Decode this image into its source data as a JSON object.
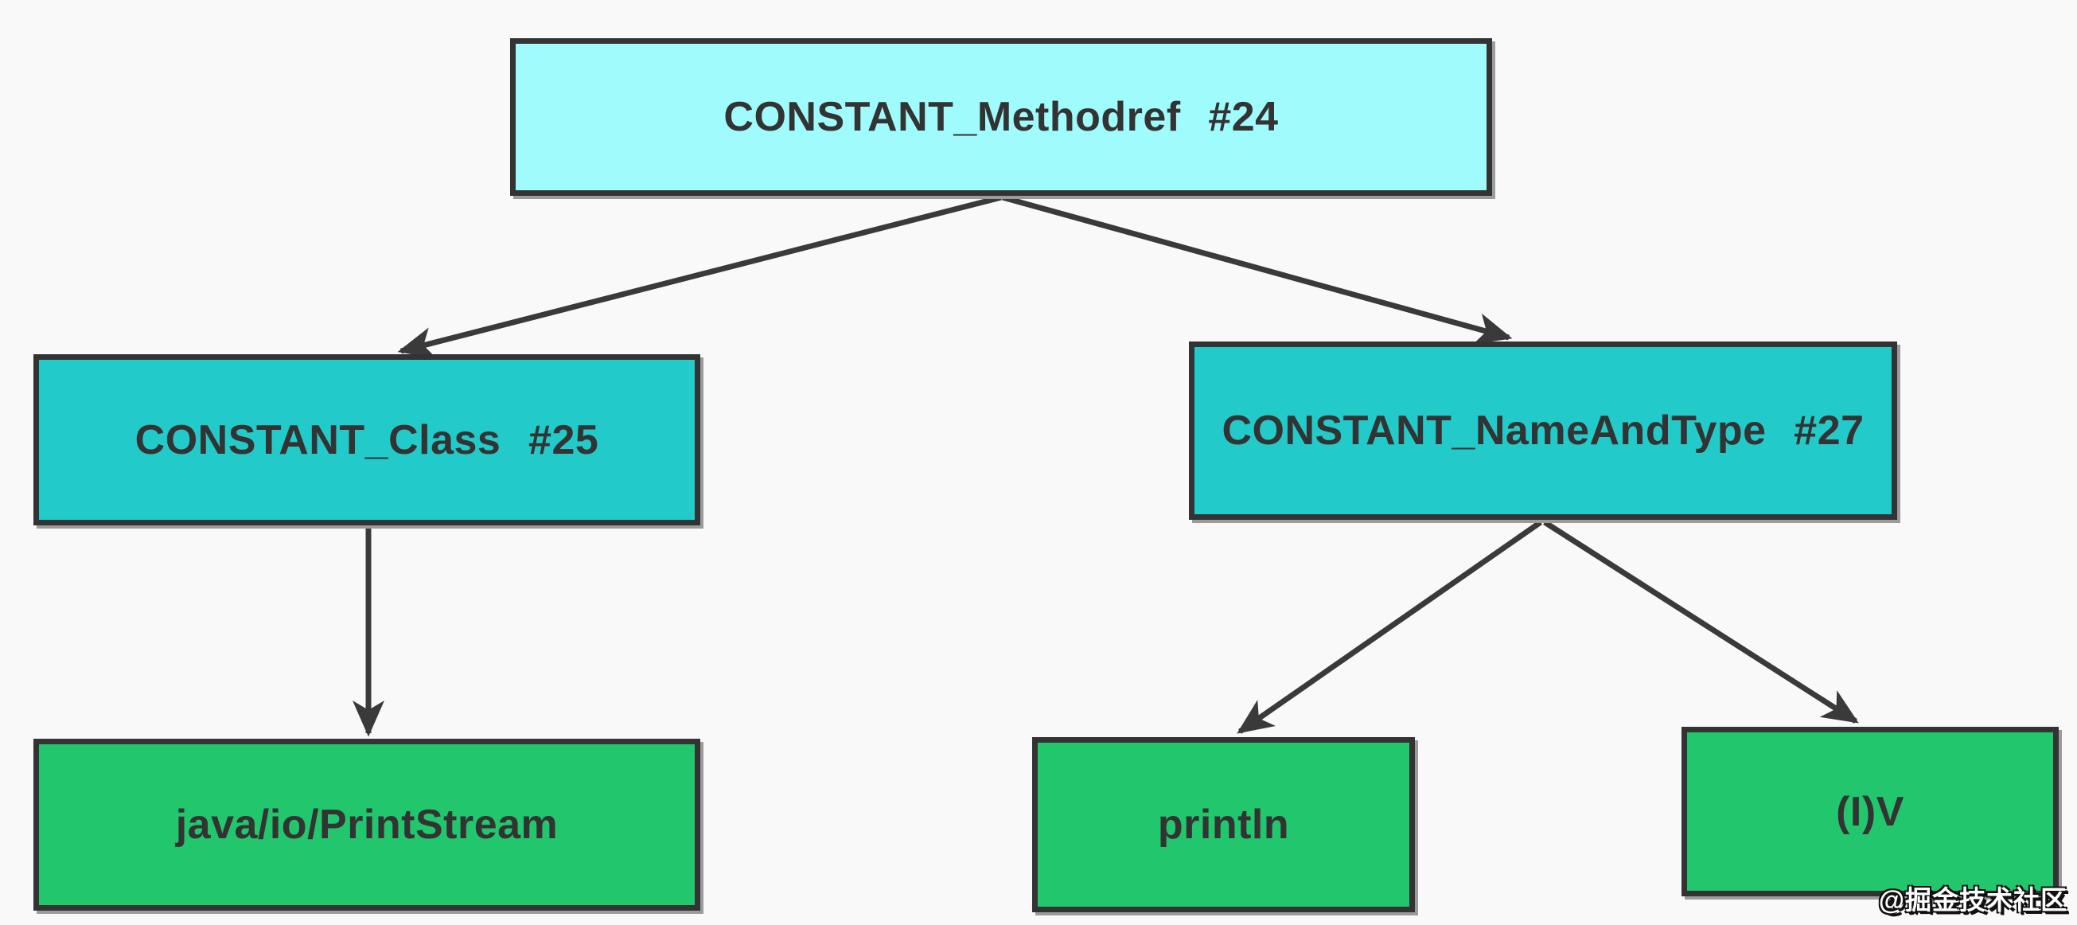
{
  "diagram": {
    "type": "tree",
    "description_of_pixels": "constant pool reference tree with arrows from parent boxes to child boxes"
  },
  "nodes": {
    "methodref": {
      "label": "CONSTANT_Methodref #24",
      "role": "root",
      "fill": "#a0fcfc"
    },
    "class": {
      "label": "CONSTANT_Class #25",
      "role": "branch",
      "fill": "#23caca"
    },
    "name_and_type": {
      "label": "CONSTANT_NameAndType #27",
      "role": "branch",
      "fill": "#23caca"
    },
    "class_name": {
      "label": "java/io/PrintStream",
      "role": "leaf",
      "fill": "#22c76d"
    },
    "method_name": {
      "label": "println",
      "role": "leaf",
      "fill": "#22c76d"
    },
    "descriptor": {
      "label": "(I)V",
      "role": "leaf",
      "fill": "#22c76d"
    }
  },
  "edges": [
    {
      "from": "methodref",
      "to": "class"
    },
    {
      "from": "methodref",
      "to": "name_and_type"
    },
    {
      "from": "class",
      "to": "class_name"
    },
    {
      "from": "name_and_type",
      "to": "method_name"
    },
    {
      "from": "name_and_type",
      "to": "descriptor"
    }
  ],
  "watermark": {
    "text": "@掘金技术社区"
  },
  "colors": {
    "background": "#f9f9f9",
    "border": "#333333",
    "shadow": "#9b9b9b",
    "root_fill": "#a0fcfc",
    "branch_fill": "#23caca",
    "leaf_fill": "#22c76d",
    "arrow": "#3a3a3a",
    "text": "#333333",
    "watermark_text": "#ffffff"
  }
}
